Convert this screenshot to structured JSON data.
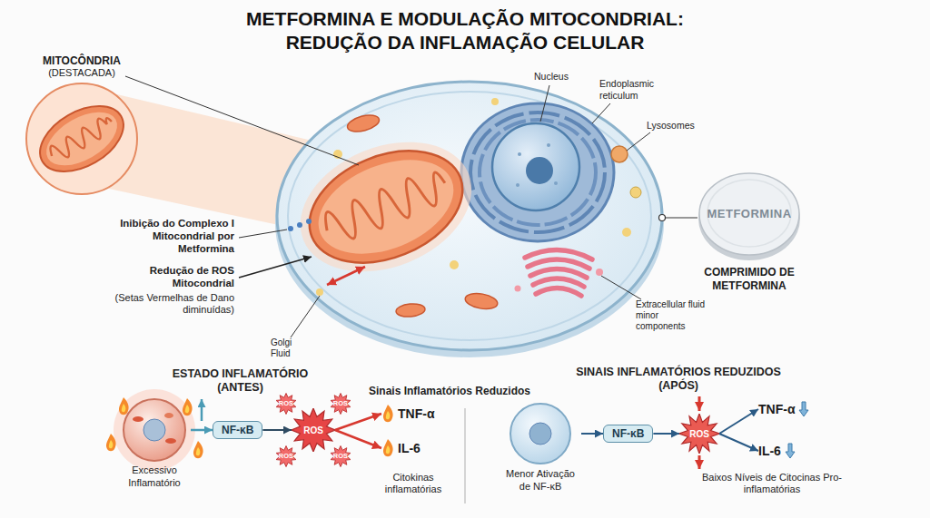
{
  "diagram": {
    "title": "METFORMINA E MODULAÇÃO MITOCONDRIAL: REDUÇÃO DA INFLAMAÇÃO CELULAR",
    "nodes": [
      {
        "text": [
          "MITOCÔNDRIA",
          "(DESTACADA)"
        ]
      },
      {
        "text": [
          "METFORMINA",
          "COMPRIMIDO DE METFORMINA"
        ]
      },
      {
        "text": [
          "Excessivo Inflamatório"
        ]
      },
      {
        "text": [
          "NF-κB"
        ]
      },
      {
        "text": [
          "ROS"
        ]
      },
      {
        "text": [
          "TNF-α"
        ]
      },
      {
        "text": [
          "IL-6"
        ]
      },
      {
        "text": [
          "Menor Ativação de NF-κB"
        ]
      },
      {
        "text": [
          "NF-κB"
        ]
      },
      {
        "text": [
          "ROS"
        ]
      },
      {
        "text": [
          "TNF-α"
        ]
      },
      {
        "text": [
          "IL-6"
        ]
      }
    ],
    "edges": [
      {
        "from": 2,
        "to": 3,
        "arrow": "to"
      },
      {
        "from": 3,
        "to": 4,
        "arrow": "to"
      },
      {
        "from": 4,
        "to": 5,
        "arrow": "to"
      },
      {
        "from": 4,
        "to": 6,
        "arrow": "to"
      },
      {
        "from": 7,
        "to": 8,
        "arrow": "to"
      },
      {
        "from": 8,
        "to": 9,
        "arrow": "to"
      },
      {
        "from": 9,
        "to": 10,
        "arrow": "to"
      },
      {
        "from": 9,
        "to": 11,
        "arrow": "to"
      }
    ],
    "labels": [
      "Nucleus",
      "Endoplasmic reticulum",
      "Lysosomes",
      "Inibição do Complexo I Mitocondrial por Metformina",
      "Redução de ROS Mitocondrial",
      "(Setas Vermelhas de Dano diminuídas)",
      "Golgi Fluid",
      "Extracellular fluid minor components",
      "ESTADO INFLAMATÓRIO (ANTES)",
      "Sinais Inflamatórios Reduzidos",
      "SINAIS INFLAMATÓRIOS REDUZIDOS (APÓS)",
      "ROS",
      "ROS",
      "ROS",
      "ROS",
      "Citokinas inflamatórias",
      "Baixos Níveis de Citocinas Pro-inflamatórias"
    ]
  }
}
